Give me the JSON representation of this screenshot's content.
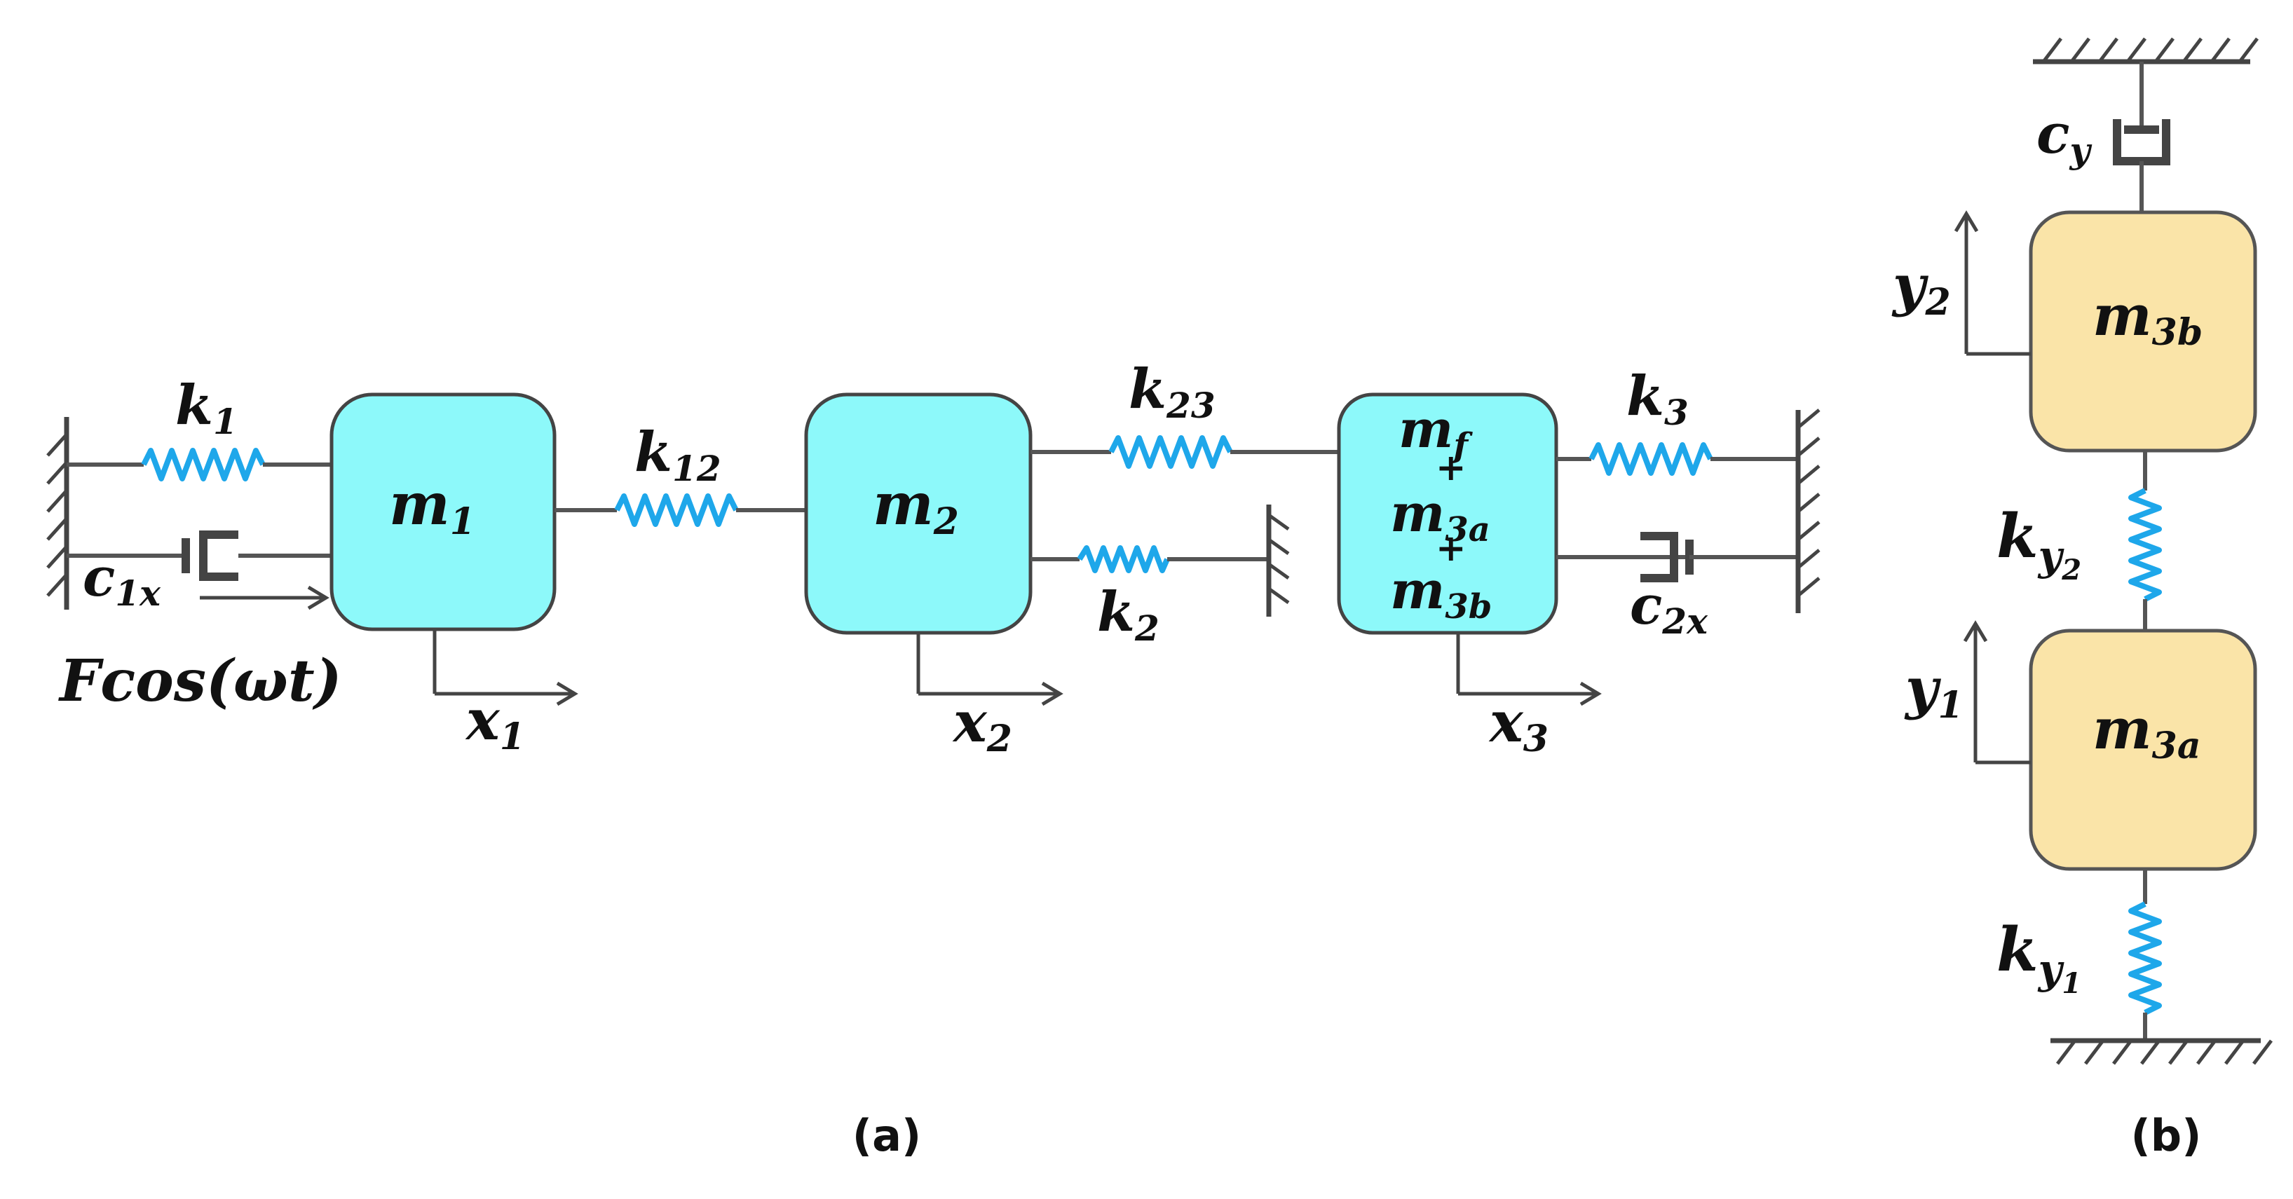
{
  "colors": {
    "spring": "#1ea7ea",
    "mass_horizontal": "#8df9fa",
    "mass_vertical": "#fae4a8",
    "line": "#444444"
  },
  "masses": {
    "m1": {
      "base": "m",
      "sub": "1"
    },
    "m2": {
      "base": "m",
      "sub": "2"
    },
    "m3_stack": [
      {
        "base": "m",
        "sub": "f"
      },
      {
        "base": "m",
        "sub": "3a"
      },
      {
        "base": "m",
        "sub": "3b"
      }
    ],
    "plus": "+",
    "m3b_vertical": {
      "base": "m",
      "sub": "3b"
    },
    "m3a_vertical": {
      "base": "m",
      "sub": "3a"
    }
  },
  "springs": {
    "k1": {
      "base": "k",
      "sub": "1"
    },
    "k12": {
      "base": "k",
      "sub": "12"
    },
    "k23": {
      "base": "k",
      "sub": "23"
    },
    "k2": {
      "base": "k",
      "sub": "2"
    },
    "k3": {
      "base": "k",
      "sub": "3"
    },
    "ky2": {
      "base": "k",
      "sub": "y",
      "subsub": "2"
    },
    "ky1": {
      "base": "k",
      "sub": "y",
      "subsub": "1"
    }
  },
  "dampers": {
    "c1x": {
      "base": "c",
      "sub": "1x"
    },
    "c2x": {
      "base": "c",
      "sub": "2x"
    },
    "cy": {
      "base": "c",
      "sub": "y"
    }
  },
  "displacements": {
    "x1": {
      "base": "x",
      "sub": "1"
    },
    "x2": {
      "base": "x",
      "sub": "2"
    },
    "x3": {
      "base": "x",
      "sub": "3"
    },
    "y2": {
      "base": "y",
      "sub": "2"
    },
    "y1": {
      "base": "y",
      "sub": "1"
    }
  },
  "force": "Fcos(ωt)",
  "captions": {
    "a": "(a)",
    "b": "(b)"
  }
}
